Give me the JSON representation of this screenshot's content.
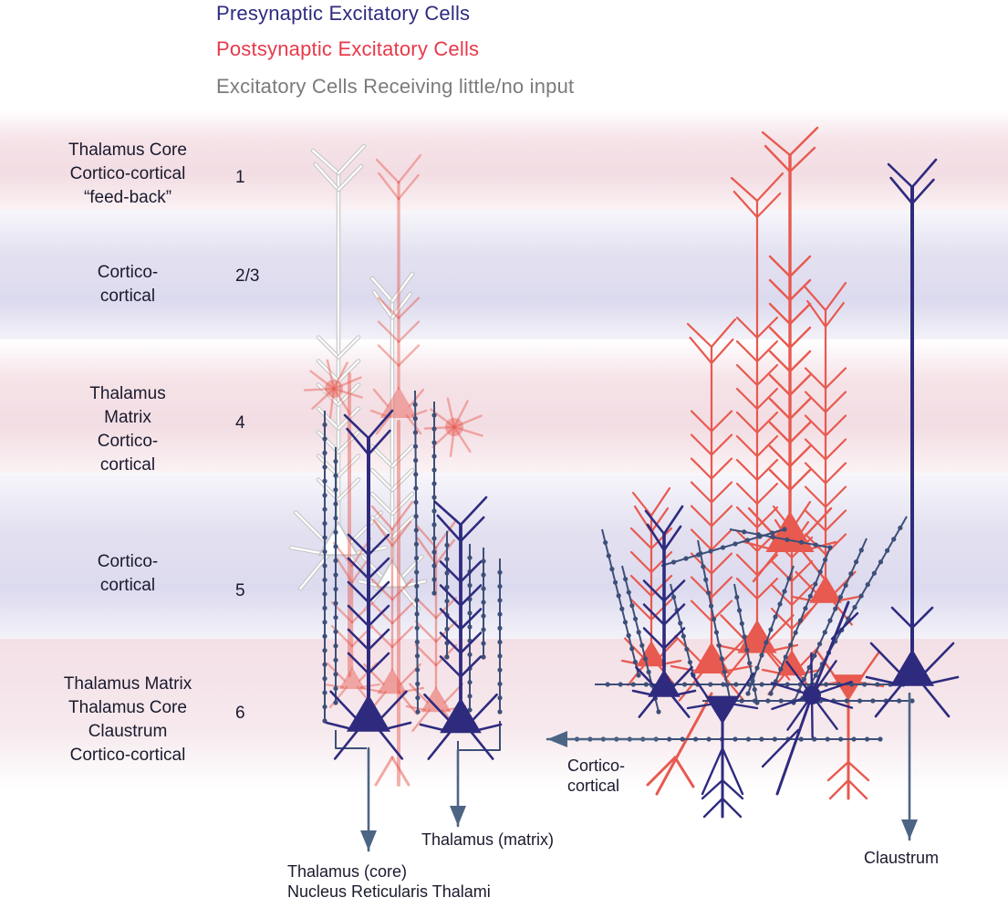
{
  "legend": {
    "presynaptic": "Presynaptic Excitatory Cells",
    "postsynaptic": "Postsynaptic Excitatory Cells",
    "no_input": "Excitatory Cells Receiving little/no input"
  },
  "colors": {
    "presynaptic": "#2e2b7f",
    "postsynaptic": "#e8594f",
    "no_input": "#7b7b7b",
    "projection_arrow": "#4d6585",
    "axon": "#3d4f78"
  },
  "layers": [
    {
      "number": "1",
      "lines": [
        "Thalamus Core",
        "Cortico-cortical",
        "“feed-back”"
      ]
    },
    {
      "number": "2/3",
      "lines": [
        "Cortico-",
        "cortical"
      ]
    },
    {
      "number": "4",
      "lines": [
        "Thalamus",
        "Matrix",
        "Cortico-",
        "cortical"
      ]
    },
    {
      "number": "5",
      "lines": [
        "Cortico-",
        "cortical"
      ]
    },
    {
      "number": "6",
      "lines": [
        "Thalamus Matrix",
        "Thalamus Core",
        "Claustrum",
        "Cortico-cortical"
      ]
    }
  ],
  "projections": {
    "thalamus_core": [
      "Thalamus (core)",
      "Nucleus Reticularis Thalami"
    ],
    "thalamus_matrix": "Thalamus (matrix)",
    "cortico_cortical": [
      "Cortico-",
      "cortical"
    ],
    "claustrum": "Claustrum"
  }
}
